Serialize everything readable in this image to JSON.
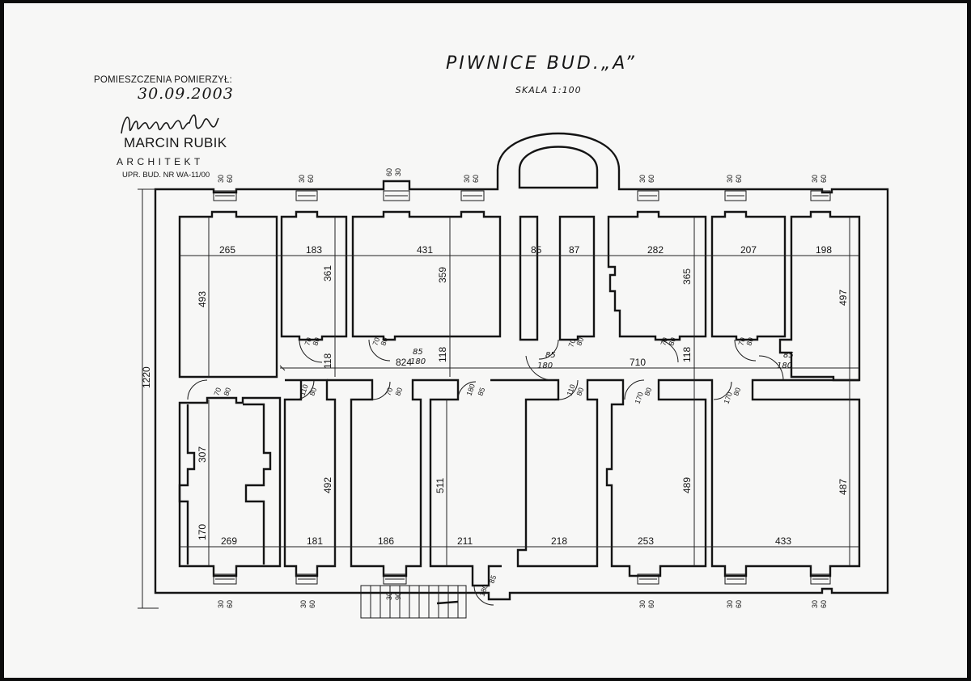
{
  "stamp": {
    "label": "POMIESZCZENIA POMIERZYŁ:",
    "date": "30.09.2003",
    "name": "MARCIN RUBIK",
    "role": "ARCHITEKT",
    "permit": "UPR. BUD. NR WA-11/00"
  },
  "drawing": {
    "title": "PIWNICE BUD.„A”",
    "scale": "SKALA 1:100"
  },
  "overall": {
    "height_label": "1220"
  },
  "north_rooms": [
    {
      "width": "265",
      "depth": "493"
    },
    {
      "width": "183",
      "depth": "361"
    },
    {
      "width": "431",
      "depth": "359"
    },
    {
      "width": "85"
    },
    {
      "width": "87"
    },
    {
      "width": "282",
      "depth": "365"
    },
    {
      "width": "207"
    },
    {
      "width": "198",
      "depth": "497"
    }
  ],
  "south_rooms": [
    {
      "width": "269",
      "depth": "307",
      "depth2": "170"
    },
    {
      "width": "181",
      "depth": "492"
    },
    {
      "width": "186"
    },
    {
      "width": "211",
      "depth": "511"
    },
    {
      "width": "218"
    },
    {
      "width": "253",
      "depth": "489"
    },
    {
      "width": "433",
      "depth": "487"
    }
  ],
  "corridor": {
    "width_west": "118",
    "width_mid": "118",
    "width_east": "118",
    "length_west": "824",
    "length_east": "710"
  },
  "door_labels": {
    "d80": "80",
    "d70": "70",
    "d85": "85",
    "d180": "180",
    "d90": "90",
    "d30": "30",
    "d60": "60",
    "d110": "110"
  }
}
